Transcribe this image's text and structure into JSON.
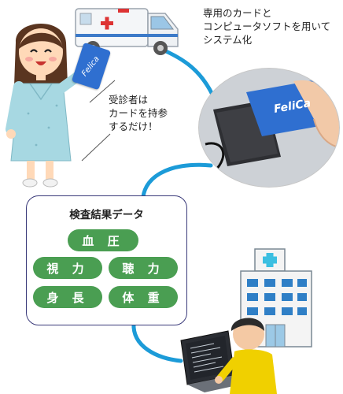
{
  "description_text": {
    "line1": "専用のカードと",
    "line2": "コンピュータソフトを用いて",
    "line3": "システム化"
  },
  "speech": {
    "line1": "受診者は",
    "line2": "カードを持参",
    "line3": "するだけ！"
  },
  "card_label": "Felica",
  "reader_card_label": "FeliCa",
  "results_panel": {
    "title": "検査結果データ",
    "items": [
      "血 圧",
      "視 力",
      "聴 力",
      "身 長",
      "体 重"
    ]
  },
  "colors": {
    "pill_green": "#4a9e52",
    "connector_blue": "#1c9bd8",
    "card_blue": "#2f6fd0",
    "panel_border": "#3a3a7a"
  }
}
